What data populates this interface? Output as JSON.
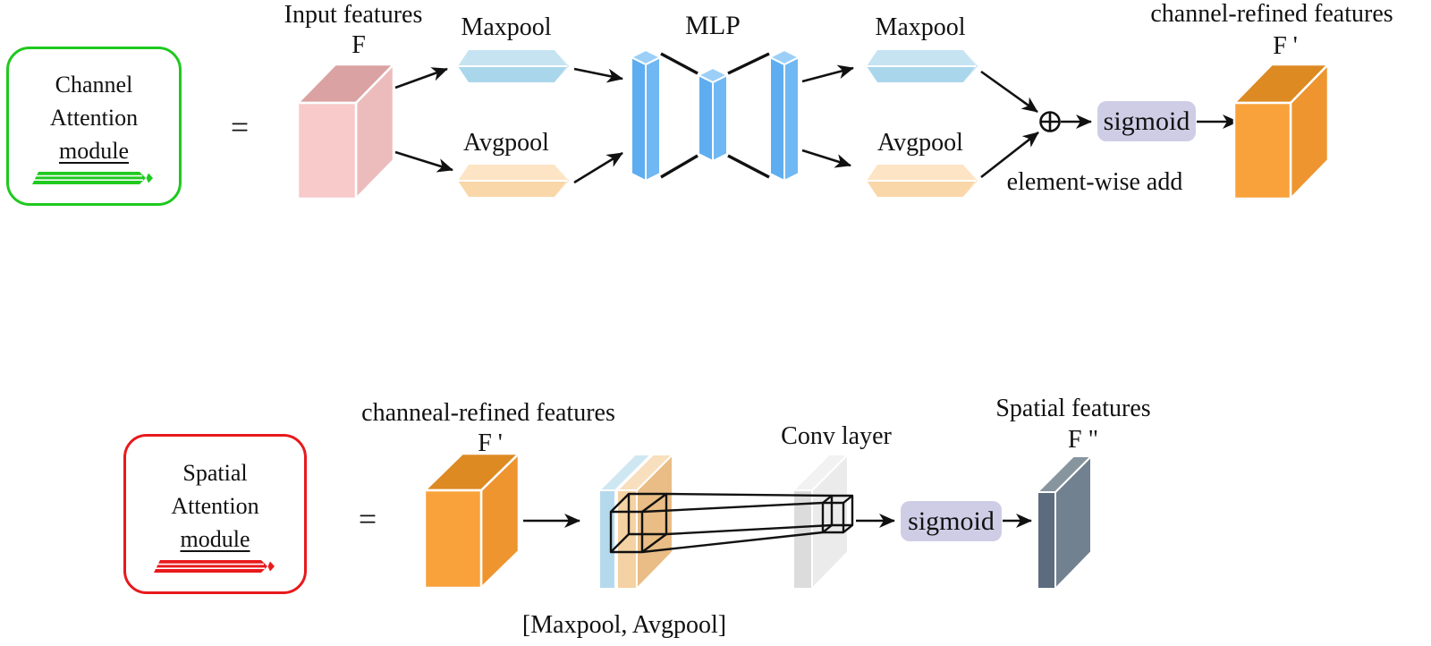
{
  "channel_attention": {
    "module_lines": [
      "Channel",
      "Attention",
      "module"
    ],
    "equals": "=",
    "input_label": "Input features",
    "input_symbol": "F",
    "maxpool_left": "Maxpool",
    "avgpool_left": "Avgpool",
    "mlp_label": "MLP",
    "maxpool_right": "Maxpool",
    "avgpool_right": "Avgpool",
    "add_label": "element-wise add",
    "sigmoid_label": "sigmoid",
    "output_label": "channel-refined features",
    "output_symbol": "F '"
  },
  "spatial_attention": {
    "module_lines": [
      "Spatial",
      "Attention",
      "module"
    ],
    "equals": "=",
    "input_label": "channeal-refined features",
    "input_symbol": "F '",
    "conv_label": "Conv layer",
    "concat_label": "[Maxpool, Avgpool]",
    "sigmoid_label": "sigmoid",
    "output_label": "Spatial features",
    "output_symbol": "F \""
  },
  "icons": {
    "add_operator": "circled-plus",
    "channel_module_underline": "green-3d-bar",
    "spatial_module_underline": "red-3d-bar"
  },
  "colors": {
    "channel_module_border": "#1fc91f",
    "spatial_module_border": "#e8191c",
    "input_cube_front": "#f8caca",
    "input_cube_top": "#daa2a2",
    "input_cube_side": "#ecbcbc",
    "maxpool_bar": "#a9d6eb",
    "avgpool_bar": "#f9d7a9",
    "mlp_blue": "#64b1f2",
    "sigmoid_bg": "#cfcde6",
    "refined_cube_front": "#f9a23c",
    "refined_cube_top": "#dd8a23",
    "refined_cube_side": "#ee9530",
    "conv_slab_gray": "#dcdcdc",
    "spatial_slab_front": "#5c6c7e",
    "text": "#111111"
  }
}
